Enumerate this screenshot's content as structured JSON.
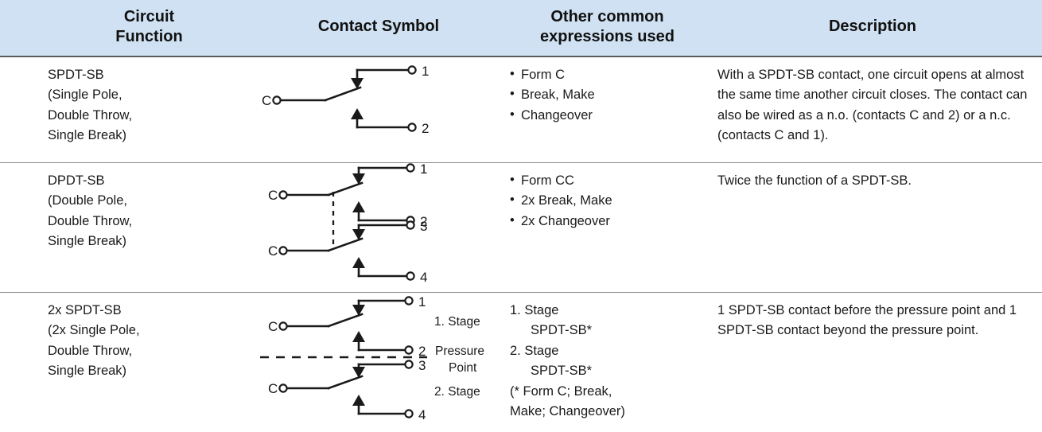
{
  "table": {
    "headers": [
      {
        "name": "circuit-function",
        "lines": [
          "Circuit",
          "Function"
        ]
      },
      {
        "name": "contact-symbol",
        "lines": [
          "Contact Symbol"
        ]
      },
      {
        "name": "other-expressions",
        "lines": [
          "Other common",
          "expressions used"
        ]
      },
      {
        "name": "description",
        "lines": [
          "Description"
        ]
      }
    ],
    "rows": [
      {
        "function_lines": [
          "SPDT-SB",
          "(Single Pole,",
          "Double Throw,",
          "Single Break)"
        ],
        "expressions": [
          "Form C",
          "Break, Make",
          "Changeover"
        ],
        "description": "With a SPDT-SB contact, one circuit opens at almost the same time another circuit closes. The contact can also be wired as a n.o. (contacts C and 2) or a n.c. (contacts C and 1).",
        "symbol": {
          "type": "spdt-sb",
          "common_labels": [
            "C"
          ],
          "terminal_labels": [
            "1",
            "2"
          ]
        }
      },
      {
        "function_lines": [
          "DPDT-SB",
          "(Double Pole,",
          "Double Throw,",
          "Single Break)"
        ],
        "expressions": [
          "Form CC",
          "2x Break, Make",
          "2x Changeover"
        ],
        "description": "Twice the function of a SPDT-SB.",
        "symbol": {
          "type": "dpdt-sb",
          "common_labels": [
            "C",
            "C"
          ],
          "terminal_labels": [
            "1",
            "2",
            "3",
            "4"
          ],
          "ganged": true
        }
      },
      {
        "function_lines": [
          "2x SPDT-SB",
          "(2x Single Pole,",
          "Double Throw,",
          "Single Break)"
        ],
        "expressions_numbered": [
          {
            "stage": "1. Stage",
            "value": "SPDT-SB*"
          },
          {
            "stage": "2. Stage",
            "value": "SPDT-SB*"
          }
        ],
        "expressions_note": [
          "(* Form C; Break,",
          "Make; Changeover)"
        ],
        "description": "1 SPDT-SB contact before the pressure point and 1 SPDT-SB contact beyond the pressure point.",
        "symbol": {
          "type": "2x-spdt-sb",
          "common_labels": [
            "C",
            "C"
          ],
          "terminal_labels": [
            "1",
            "2",
            "3",
            "4"
          ],
          "stage_labels": [
            "1. Stage",
            "2. Stage"
          ],
          "pressure_point_lines": [
            "Pressure",
            "Point"
          ]
        }
      }
    ]
  },
  "colors": {
    "header_background": "#cfe1f2",
    "header_rule": "#5b5b5b",
    "row_rule": "#8d8d8d",
    "text": "#1a1a1a",
    "diagram_stroke": "#1a1a1a"
  }
}
